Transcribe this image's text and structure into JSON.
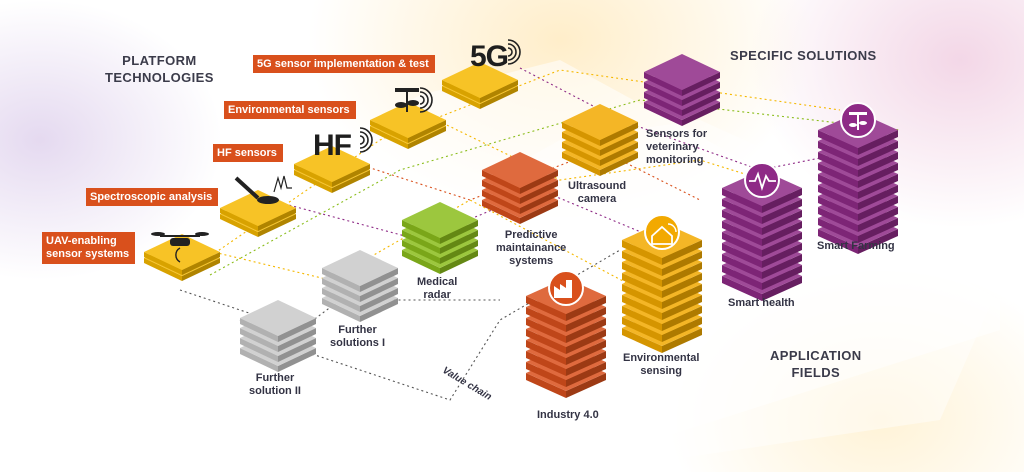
{
  "headings": {
    "platform": "PLATFORM\nTECHNOLOGIES",
    "specific": "SPECIFIC SOLUTIONS",
    "application": "APPLICATION\nFIELDS"
  },
  "platform_technologies": [
    {
      "label": "5G sensor implementation & test",
      "icon_name": "5g-signal-icon",
      "glyph": "5G"
    },
    {
      "label": "Environmental sensors",
      "icon_name": "plant-sensor-icon"
    },
    {
      "label": "HF sensors",
      "icon_name": "hf-signal-icon",
      "glyph": "HF"
    },
    {
      "label": "Spectroscopic analysis",
      "icon_name": "spectrometer-icon"
    },
    {
      "label": "UAV-enabling\nsensor systems",
      "icon_name": "drone-icon"
    }
  ],
  "specific_solutions": [
    {
      "label": "Sensors for\nveterinary\nmonitoring",
      "color": "#8e2a86"
    },
    {
      "label": "Ultrasound\ncamera",
      "color": "#f2a900"
    },
    {
      "label": "Predictive\nmaintainance\nsystems",
      "color": "#d9501c"
    },
    {
      "label": "Medical\nradar",
      "color": "#8bbd1c"
    },
    {
      "label": "Further\nsolutions I",
      "color": "#c9c9c9"
    },
    {
      "label": "Further\nsolution II",
      "color": "#c9c9c9"
    }
  ],
  "application_fields": [
    {
      "label": "Smart Farming",
      "icon_name": "farming-icon",
      "color": "#8e2a86"
    },
    {
      "label": "Smart health",
      "icon_name": "heartbeat-icon",
      "color": "#8e2a86"
    },
    {
      "label": "Environmental\nsensing",
      "icon_name": "house-signal-icon",
      "color": "#f2a900"
    },
    {
      "label": "Industry 4.0",
      "icon_name": "factory-icon",
      "color": "#d9501c"
    }
  ],
  "value_chain_label": "Value chain",
  "colors": {
    "accent_orange": "#d9501c",
    "yellow": "#f5b800",
    "purple": "#8e2a86",
    "green": "#8bbd1c",
    "grey": "#c9c9c9"
  }
}
